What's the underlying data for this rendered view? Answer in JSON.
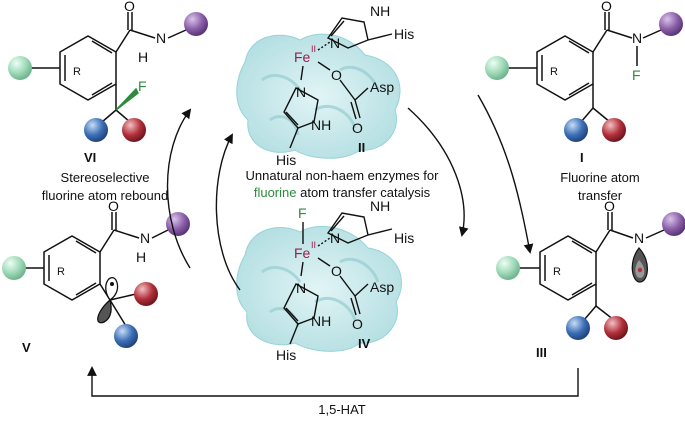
{
  "labels": {
    "cmpd_VI": "VI",
    "cmpd_I": "I",
    "cmpd_V": "V",
    "cmpd_III": "III",
    "cmpd_II": "II",
    "cmpd_IV": "IV",
    "caption_left_1": "Stereoselective",
    "caption_left_2": "fluorine atom rebound",
    "caption_right_1": "Fluorine atom",
    "caption_right_2": "transfer",
    "center_1": "Unnatural non-haem enzymes for",
    "center_2a": "fluorine",
    "center_2b": " atom transfer catalysis",
    "bottom": "1,5-HAT"
  },
  "atoms": {
    "O": "O",
    "N": "N",
    "H": "H",
    "NH": "NH",
    "F": "F",
    "R": "R",
    "Fe": "Fe",
    "Fe_ox": "II",
    "His": "His",
    "Asp": "Asp"
  },
  "colors": {
    "purple": "#8b5fa8",
    "green_sub": "#9fd9b8",
    "blue": "#3c6fb6",
    "red": "#b2303a",
    "fe": "#9b1b4b",
    "fluorine": "#2e8b3e",
    "protein": "#bfe6e8"
  }
}
